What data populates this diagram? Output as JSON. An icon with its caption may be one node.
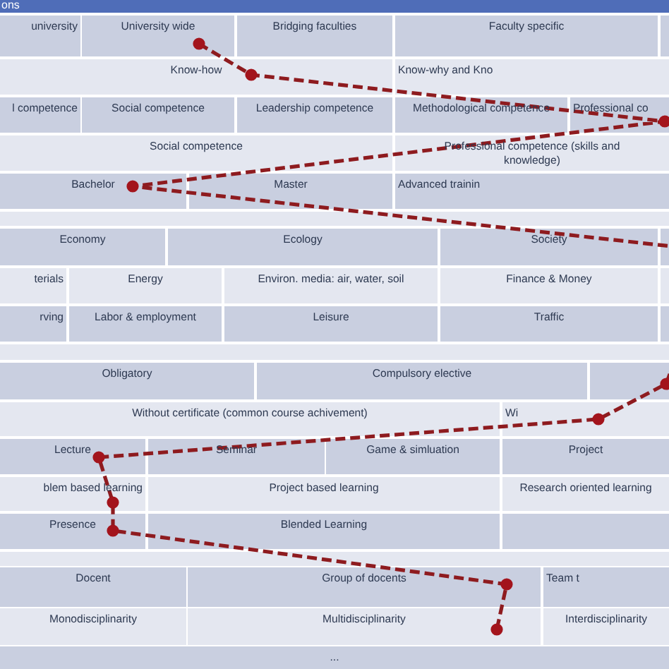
{
  "diagram": {
    "title": "ons",
    "labels": [
      "university",
      "University wide",
      "Bridging faculties",
      "Faculty specific",
      "Know-how",
      "Know-why and Kno",
      "l competence",
      "Social competence",
      "Leadership competence",
      "Methodological competence",
      "Professional co",
      "Social competence",
      "Professional competence (skills and knowledge)",
      "Bachelor",
      "Master",
      "Advanced trainin",
      "Economy",
      "Ecology",
      "Society",
      "terials",
      "Energy",
      "Environ. media: air, water, soil",
      "Finance & Money",
      "rving",
      "Labor & employment",
      "Leisure",
      "Traffic",
      "Obligatory",
      "Compulsory elective",
      "Without certificate (common course achivement)",
      "Wi",
      "Lecture",
      "Seminar",
      "Game & simluation",
      "Project",
      "blem based learning",
      "Project based learning",
      "Research oriented learning",
      "Presence",
      "Blended Learning",
      "Docent",
      "Group of docents",
      "Team t",
      "Monodisciplinarity",
      "Multidisciplinarity",
      "Interdisciplinarity",
      "..."
    ]
  }
}
